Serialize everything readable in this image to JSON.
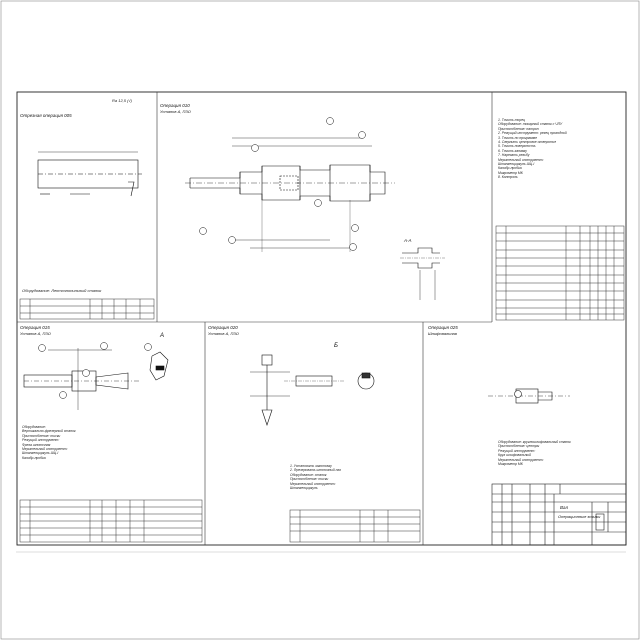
{
  "sheet": {
    "roughness_mark": "Ra 12,5 (√)",
    "title_block": {
      "part_name": "Вал",
      "document": "Операционные эскизы"
    }
  },
  "operations": [
    {
      "id": "op-005",
      "title": "Отрезная операция 005",
      "setup": ""
    },
    {
      "id": "op-010",
      "title": "Операция 010",
      "setup": "Установ А, ПЗО"
    },
    {
      "id": "op-015",
      "title": "Операция 015",
      "setup": "Установ А, ПЗО"
    },
    {
      "id": "op-020",
      "title": "Операция 020",
      "setup": "Установ А, ПЗО"
    },
    {
      "id": "op-025",
      "title": "Операция 025",
      "setup": "Шлифовальная"
    }
  ],
  "notes": {
    "op005_bottom": "Оборудование: Ленточнопильный станок",
    "right_text": [
      "1. Точить торец",
      "Оборудование: токарный станок с ЧПУ",
      "Приспособление: патрон",
      "2. Режущий инструмент: резец проходной",
      "3. Точить по программе",
      "4. Сверлить центровое отверстие",
      "5. Точить поверхность",
      "6. Точить канавку",
      "7. Нарезать резьбу",
      "Мерительный инструмент:",
      "Штангенциркуль ШЦ-I",
      "Калибр-пробка",
      "Микрометр МК",
      "8. Контроль"
    ],
    "op015_text": [
      "Оборудование:",
      "Вертикально-фрезерный станок",
      "Приспособление: тиски",
      "Режущий инструмент:",
      "Фреза шпоночная",
      "Мерительный инструмент:",
      "Штангенциркуль ШЦ-I",
      "Калибр-пробка"
    ],
    "op020_text": [
      "1. Установить заготовку",
      "2. Фрезеровать шпоночный паз",
      "Оборудование: станок",
      "Приспособление: тиски",
      "Мерительный инструмент:",
      "Штангенциркуль"
    ],
    "op025_text": [
      "Оборудование: круглошлифовальный станок",
      "Приспособление: центры",
      "Режущий инструмент:",
      "Круг шлифовальный",
      "Мерительный инструмент:",
      "Микрометр МК"
    ]
  },
  "views": {
    "section_aa": "А-А",
    "view_a": "А",
    "view_b": "Б"
  }
}
